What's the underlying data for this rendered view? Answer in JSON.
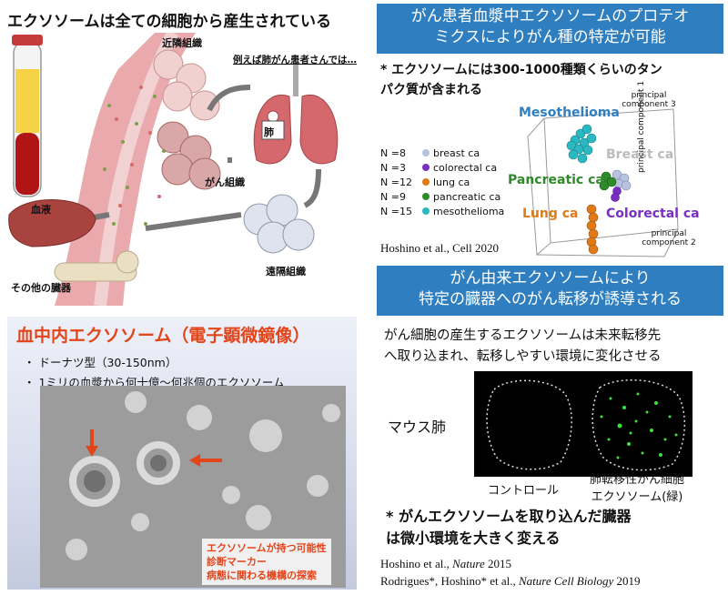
{
  "top_left": {
    "title": "エクソソームは全ての細胞から産生されている",
    "labels": {
      "neighbor_tissue": "近隣組織",
      "example": "例えば肺がん患者さんでは…",
      "lung": "肺",
      "blood": "血液",
      "cancer_tissue": "がん組織",
      "distant_tissue": "遠隔組織",
      "other_organs": "その他の臓器"
    }
  },
  "top_right": {
    "banner_line1": "がん患者血漿中エクソソームのプロテオ",
    "banner_line2": "ミクスによりがん種の特定が可能",
    "note_line1": "* エクソソームには300-1000種類くらいのタン",
    "note_line2": "パク質が含まれる",
    "legend": [
      {
        "n": "N =8",
        "label": "breast ca",
        "color": "#b8c2e0"
      },
      {
        "n": "N =3",
        "label": "colorectal ca",
        "color": "#7a2fc4"
      },
      {
        "n": "N =12",
        "label": "lung ca",
        "color": "#e07a17"
      },
      {
        "n": "N =9",
        "label": "pancreatic ca",
        "color": "#2f8a2a"
      },
      {
        "n": "N =15",
        "label": "mesothelioma",
        "color": "#2ab9c2"
      }
    ],
    "cluster_labels": {
      "mesothelioma": "Mesothelioma",
      "breast": "Breast ca",
      "pancreatic": "Pancreatic ca",
      "lung": "Lung ca",
      "colorectal": "Colorectal ca"
    },
    "axis_labels": {
      "pc3": "principal component 3",
      "pc1": "principal component 1",
      "pc2": "principal component 2"
    },
    "citation": "Hoshino et al., Cell 2020"
  },
  "bottom_left": {
    "title": "血中内エクソソーム（電子顕微鏡像）",
    "bullet1": "・ ドーナツ型（30-150nm）",
    "bullet2": "・ 1ミリの血漿から何十億～何兆個のエクソソーム",
    "note_line1": "エクソソームが持つ可能性",
    "note_line2": "診断マーカー",
    "note_line3": "病態に関わる機構の探索"
  },
  "bottom_right": {
    "banner_line1": "がん由来エクソソームにより",
    "banner_line2": "特定の臓器へのがん転移が誘導される",
    "text_line1": "がん細胞の産生するエクソソームは未来転移先",
    "text_line2": "へ取り込まれ、転移しやすい環境に変化させる",
    "mouse_lung": "マウス肺",
    "control": "コントロール",
    "metastatic_line1": "肺転移性がん細胞",
    "metastatic_line2": "エクソソーム(緑)",
    "conclusion_line1": "* がんエクソソームを取り込んだ臓器",
    "conclusion_line2": "は微小環境を大きく変える",
    "ref1_prefix": "Hoshino et al., ",
    "ref1_journal": "Nature",
    "ref1_year": " 2015",
    "ref2_prefix": "Rodrigues*, Hoshino* et al., ",
    "ref2_journal": "Nature Cell Biology",
    "ref2_year": " 2019"
  },
  "colors": {
    "banner_blue": "#2f7fc0",
    "em_title_red": "#e3451b",
    "vessel_pink": "#e9a9ad",
    "exosome_green": "#3ee03e"
  }
}
